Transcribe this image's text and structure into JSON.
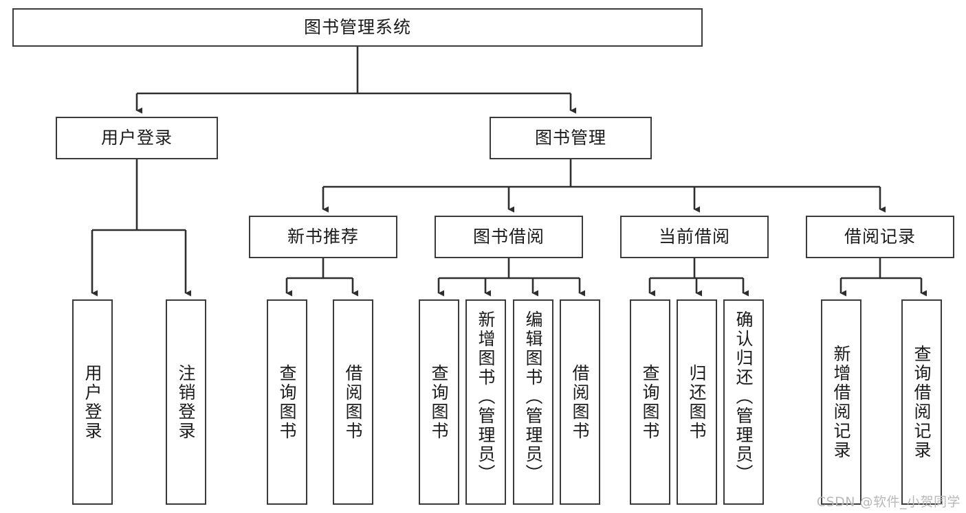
{
  "diagram": {
    "title": "图书管理系统",
    "watermark": "CSDN @软件_小贺同学",
    "accent_color": "#3a3a3a",
    "background_color": "#ffffff",
    "root": {
      "label": "图书管理系统"
    },
    "level2": [
      {
        "label": "用户登录"
      },
      {
        "label": "图书管理"
      }
    ],
    "level3": [
      {
        "label": "新书推荐"
      },
      {
        "label": "图书借阅"
      },
      {
        "label": "当前借阅"
      },
      {
        "label": "借阅记录"
      }
    ],
    "leaves": {
      "user_login": [
        {
          "label": "用户登录"
        },
        {
          "label": "注销登录"
        }
      ],
      "new_book_recommend": [
        {
          "label": "查询图书"
        },
        {
          "label": "借阅图书"
        }
      ],
      "book_borrow": [
        {
          "label": "查询图书"
        },
        {
          "label": "新增图书（管理员）"
        },
        {
          "label": "编辑图书（管理员）"
        },
        {
          "label": "借阅图书"
        }
      ],
      "current_borrow": [
        {
          "label": "查询图书"
        },
        {
          "label": "归还图书"
        },
        {
          "label": "确认归还（管理员）"
        }
      ],
      "borrow_record": [
        {
          "label": "新增借阅记录"
        },
        {
          "label": "查询借阅记录"
        }
      ]
    }
  }
}
